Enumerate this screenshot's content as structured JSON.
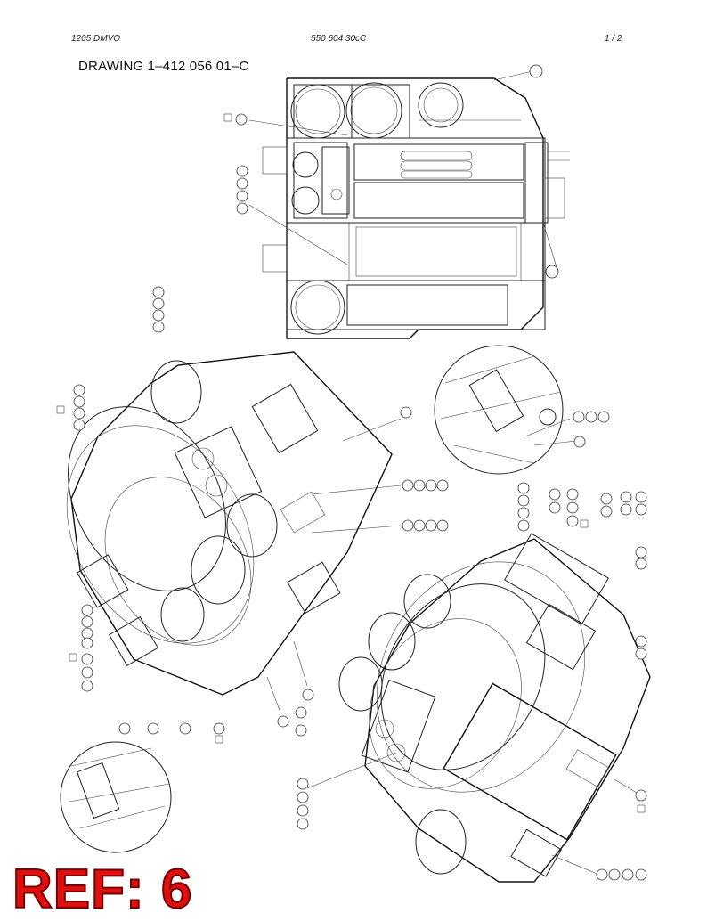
{
  "header": {
    "left": "1205 DMVO",
    "center": "550 604 30cC",
    "right": "1 /  2"
  },
  "title": "DRAWING 1–412 056 01–C",
  "stamp": "REF: 6",
  "colors": {
    "stamp": "#e01010",
    "line": "#222222",
    "background": "#ffffff"
  }
}
